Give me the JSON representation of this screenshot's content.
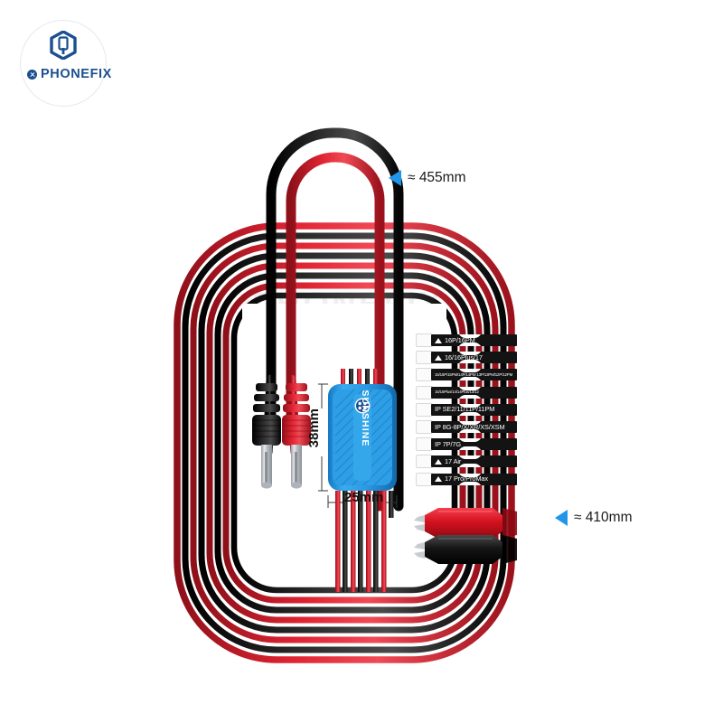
{
  "brand": {
    "name": "PHONEFIX",
    "badge_icon": "phonefix-badge-icon",
    "hex_icon": "phonefix-hex-logo-icon",
    "color": "#1b4f8f"
  },
  "watermark": {
    "text": "PHONEFIX"
  },
  "product": {
    "module_brand": "SUNSHINE",
    "module_color": "#2aa0e8",
    "dimensions": {
      "height": "38mm",
      "width": "25mm"
    }
  },
  "callouts": [
    {
      "id": "callout-top",
      "text": "≈ 455mm",
      "arrow_color": "#2196e8"
    },
    {
      "id": "callout-side",
      "text": "≈ 410mm",
      "arrow_color": "#2196e8"
    }
  ],
  "tags": [
    {
      "label": "16P/16PM",
      "triangle": true,
      "tiny": false
    },
    {
      "label": "16/16Plus/17",
      "triangle": true,
      "tiny": false
    },
    {
      "label": "15/15P/15PM/14P/14PM  13P/13PM/12P/12PM",
      "triangle": false,
      "tiny": true
    },
    {
      "label": "15/15Plus/14/14Plus/13/12",
      "triangle": false,
      "tiny": true
    },
    {
      "label": "IP SE2/11/11P/11PM",
      "triangle": false,
      "tiny": false
    },
    {
      "label": "IP 8G-8P/X/XR/XS/XSM",
      "triangle": false,
      "tiny": false
    },
    {
      "label": "IP 7P/7G",
      "triangle": false,
      "tiny": false
    },
    {
      "label": "17 Air",
      "triangle": true,
      "tiny": false
    },
    {
      "label": "17 Pro/ProMax",
      "triangle": true,
      "tiny": false
    }
  ],
  "colors": {
    "cable_red": "#d91f2e",
    "cable_black": "#1a1a1a",
    "metal": "#c9ccd1",
    "accent_blue": "#2196e8"
  }
}
